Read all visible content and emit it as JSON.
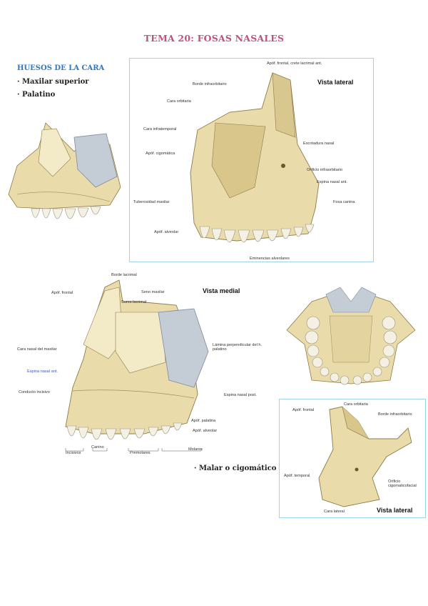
{
  "document": {
    "title": "TEMA 20: FOSAS NASALES",
    "section_heading": "HUESOS DE LA CARA",
    "bullets": [
      "· Maxilar superior",
      "· Palatino"
    ],
    "malar_caption": "· Malar o cigomático →"
  },
  "figure_maxilar_lateral": {
    "view_title": "Vista lateral",
    "labels": [
      "Apóf. frontal, crete lacrimal ant.",
      "Borde infraorbitario",
      "Cara orbitaria",
      "Cara infratemporal",
      "Apóf. cigomática",
      "Escotadura nasal",
      "Orificio infraorbitario",
      "Espina nasal ant.",
      "Tuberosidad maxilar",
      "Fosa canina",
      "Apóf. alveolar",
      "Eminencias alveolares"
    ]
  },
  "figure_maxilar_medial": {
    "view_title": "Vista medial",
    "labels": [
      "Borde lacrimal",
      "Apóf. frontal",
      "Seno maxilar",
      "Surco lacrimal",
      "Cara nasal del maxilar",
      "Lámina perpendicular del h. palatino",
      "Espina nasal ant.",
      "Conducto incisivo",
      "Espina nasal post.",
      "Apóf. palatina",
      "Apóf. alveolar",
      "Incisivos",
      "Canino",
      "Premolares",
      "Molares"
    ]
  },
  "figure_malar_lateral": {
    "view_title": "Vista lateral",
    "labels": [
      "Apóf. frontal",
      "Cara orbitaria",
      "Borde infraorbitario",
      "Apóf. temporal",
      "Orificio cigomaticofacial",
      "Cara lateral"
    ]
  },
  "colors": {
    "title": "#c0527e",
    "heading": "#2f78c4",
    "bone": "#e9dcaa",
    "bone_dark": "#b9a36a",
    "teeth": "#f4f1e4",
    "palatine": "#c4ccd6",
    "frame": "#9fd4e8"
  }
}
